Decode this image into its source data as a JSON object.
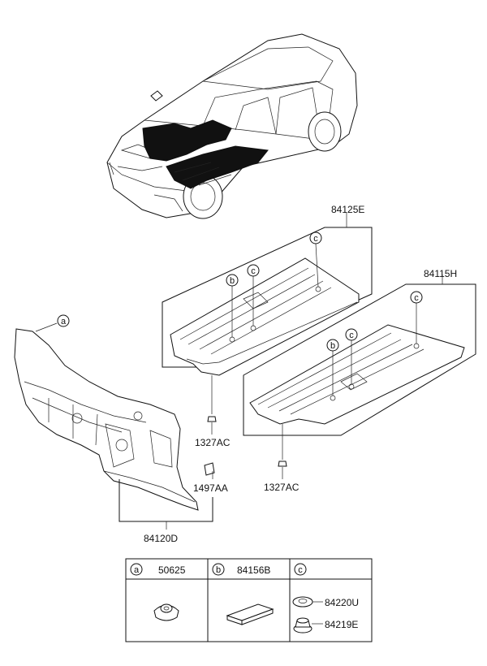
{
  "callouts": {
    "circle_a": "a",
    "circle_b_left": "b",
    "circle_c_left_top": "c",
    "circle_c_left_mid": "c",
    "circle_b_right": "b",
    "circle_c_right_top": "c",
    "circle_c_right_mid": "c"
  },
  "part_labels": {
    "front_carpet": "84125E",
    "rear_carpet": "84115H",
    "clip_left": "1327AC",
    "clip_right": "1327AC",
    "pad": "1497AA",
    "dash_insulator": "84120D"
  },
  "legend": {
    "a": {
      "letter": "a",
      "part": "50625"
    },
    "b": {
      "letter": "b",
      "part": "84156B"
    },
    "c": {
      "letter": "c",
      "part_top": "84220U",
      "part_bottom": "84219E"
    }
  },
  "colors": {
    "line": "#111111",
    "fill": "#ffffff",
    "dark_fill": "#111111"
  }
}
